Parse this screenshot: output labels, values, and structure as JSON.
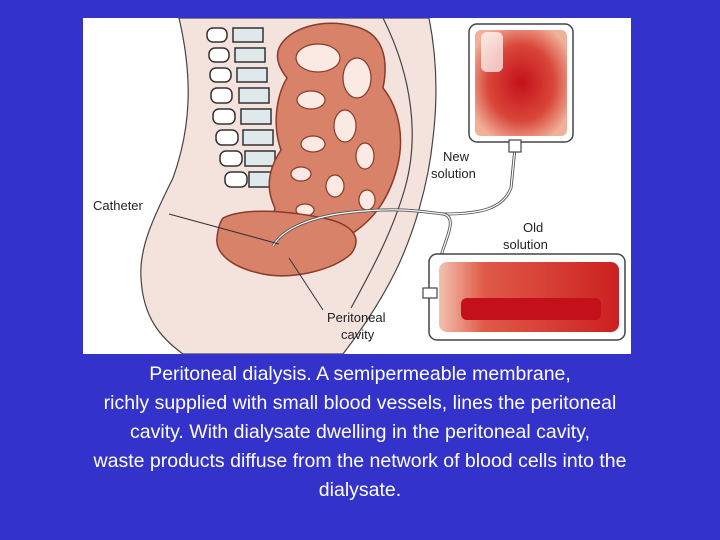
{
  "figure": {
    "labels": {
      "catheter": "Catheter",
      "new_solution_1": "New",
      "new_solution_2": "solution",
      "old_solution_1": "Old",
      "old_solution_2": "solution",
      "peritoneal_cavity_1": "Peritoneal",
      "peritoneal_cavity_2": "cavity"
    },
    "colors": {
      "background": "#3333cc",
      "tissue": "#d9826a",
      "skin": "#f3dcd6",
      "bag_fill": "#cc3322",
      "text": "#ffffff"
    }
  },
  "caption": {
    "line1": "Peritoneal dialysis. A semipermeable membrane,",
    "line2": "richly supplied with small blood vessels, lines the peritoneal",
    "line3": "cavity. With dialysate dwelling in the peritoneal cavity,",
    "line4": "waste products diffuse from the network of blood cells into the",
    "line5": "dialysate."
  }
}
